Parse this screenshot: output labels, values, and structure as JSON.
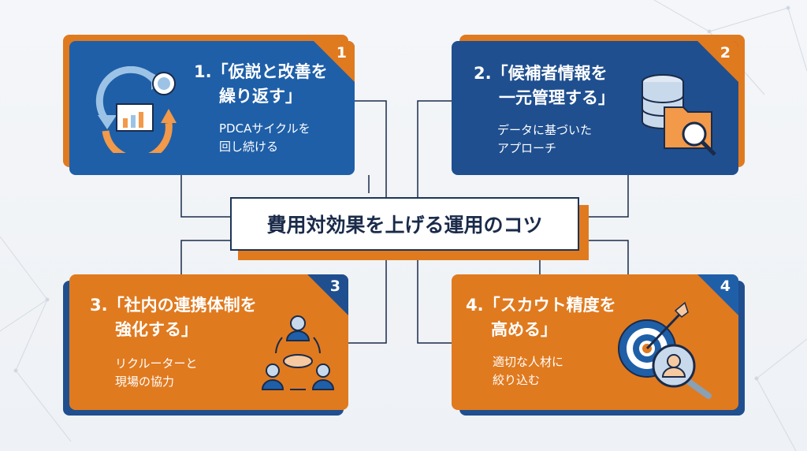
{
  "center_title": "費用対効果を上げる運用のコツ",
  "cards": [
    {
      "badge": "1",
      "title_line1": "1.「仮説と改善を",
      "title_line2": "繰り返す」",
      "sub_line1": "PDCAサイクルを",
      "sub_line2": "回し続ける",
      "icon": "pdca-cycle-icon"
    },
    {
      "badge": "2",
      "title_line1": "2.「候補者情報を",
      "title_line2": "一元管理する」",
      "sub_line1": "データに基づいた",
      "sub_line2": "アプローチ",
      "icon": "database-folder-icon"
    },
    {
      "badge": "3",
      "title_line1": "3.「社内の連携体制を",
      "title_line2": "強化する」",
      "sub_line1": "リクルーターと",
      "sub_line2": "現場の協力",
      "icon": "teamwork-handshake-icon"
    },
    {
      "badge": "4",
      "title_line1": "4.「スカウト精度を",
      "title_line2": "高める」",
      "sub_line1": "適切な人材に",
      "sub_line2": "絞り込む",
      "icon": "target-search-icon"
    }
  ],
  "colors": {
    "blue": "#1f5fa8",
    "orange": "#e07a1f",
    "navy": "#1a2b4a"
  }
}
